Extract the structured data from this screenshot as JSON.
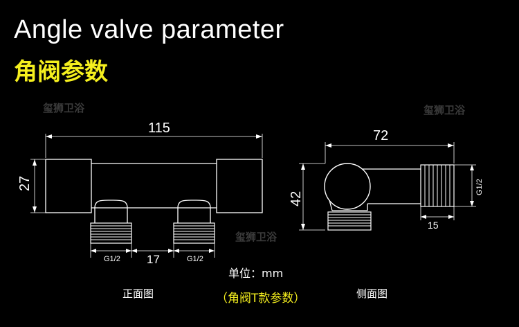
{
  "title_en": "Angle valve parameter",
  "title_cn": "角阀参数",
  "watermark": "玺狮卫浴",
  "front": {
    "width_dim": "115",
    "height_dim": "27",
    "thread_left": "G1/2",
    "thread_right": "G1/2",
    "spacing_dim": "17"
  },
  "side": {
    "width_dim": "72",
    "height_dim": "42",
    "thread": "G1/2",
    "thread_len_dim": "15"
  },
  "unit": "单位：mm",
  "label_front": "正面图",
  "label_side": "侧面图",
  "caption": "（角阀T款参数）",
  "colors": {
    "accent": "#f5ef1e",
    "background": "#000000",
    "line": "#ffffff"
  }
}
